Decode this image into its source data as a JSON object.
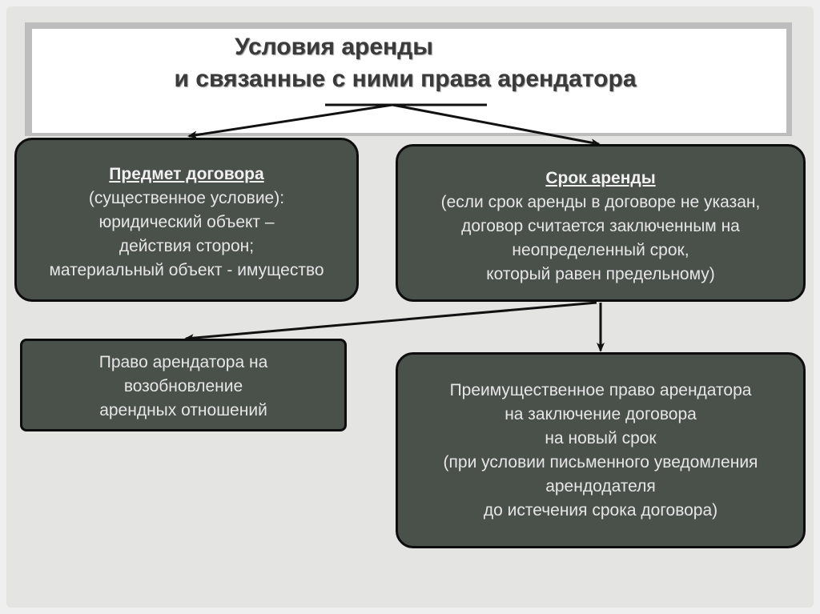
{
  "title": {
    "line1": "Условия аренды",
    "line2": "и связанные с ними права арендатора"
  },
  "boxes": {
    "subject": {
      "heading": "Предмет договора ",
      "lines": [
        "(существенное условие):",
        "юридический объект –",
        "действия сторон;",
        "материальный объект - имущество"
      ]
    },
    "term": {
      "heading": "Срок аренды",
      "lines": [
        "(если срок аренды в договоре не указан,",
        "договор считается заключенным на",
        "неопределенный срок,",
        "который равен предельному)"
      ]
    },
    "renewal": {
      "lines": [
        "Право арендатора на",
        "возобновление",
        "арендных отношений"
      ]
    },
    "preemptive": {
      "lines": [
        "Преимущественное право арендатора",
        "на заключение договора",
        "на новый срок",
        "(при условии письменного уведомления",
        "арендодателя",
        "до истечения срока договора)"
      ]
    }
  },
  "colors": {
    "box_fill": "#4a514b",
    "box_border": "#0d0d0d",
    "box_text": "#e6e6e6",
    "title_text": "#3a3a3a"
  }
}
